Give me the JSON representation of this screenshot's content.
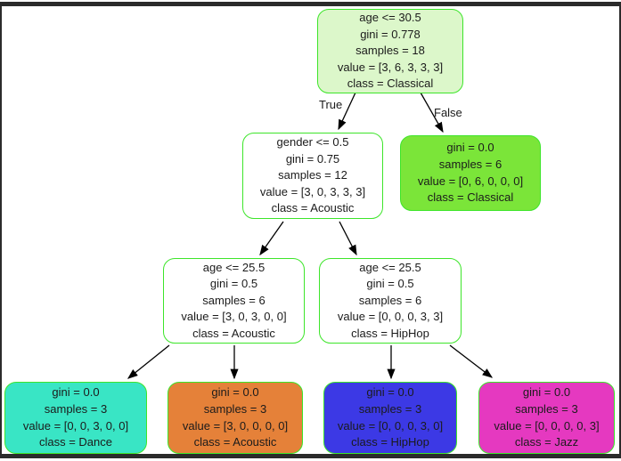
{
  "diagram": {
    "title": "decision-tree",
    "edge_labels": {
      "true_label": "True",
      "false_label": "False"
    },
    "nodes": {
      "root": {
        "text": "age <= 30.5\ngini = 0.778\nsamples = 18\nvalue = [3, 6, 3, 3, 3]\nclass = Classical",
        "fill": "#dcf7ca"
      },
      "gender_split": {
        "text": "gender <= 0.5\ngini = 0.75\nsamples = 12\nvalue = [3, 0, 3, 3, 3]\nclass = Acoustic",
        "fill": "#ffffff"
      },
      "classical_leaf": {
        "text": "gini = 0.0\nsamples = 6\nvalue = [0, 6, 0, 0, 0]\nclass = Classical",
        "fill": "#7be539"
      },
      "acoustic_split": {
        "text": "age <= 25.5\ngini = 0.5\nsamples = 6\nvalue = [3, 0, 3, 0, 0]\nclass = Acoustic",
        "fill": "#ffffff"
      },
      "hiphop_split": {
        "text": "age <= 25.5\ngini = 0.5\nsamples = 6\nvalue = [0, 0, 0, 3, 3]\nclass = HipHop",
        "fill": "#ffffff"
      },
      "dance_leaf": {
        "text": "gini = 0.0\nsamples = 3\nvalue = [0, 0, 3, 0, 0]\nclass = Dance",
        "fill": "#39e5c5"
      },
      "acoustic_leaf": {
        "text": "gini = 0.0\nsamples = 3\nvalue = [3, 0, 0, 0, 0]\nclass = Acoustic",
        "fill": "#e58139"
      },
      "hiphop_leaf": {
        "text": "gini = 0.0\nsamples = 3\nvalue = [0, 0, 0, 3, 0]\nclass = HipHop",
        "fill": "#3c39e5"
      },
      "jazz_leaf": {
        "text": "gini = 0.0\nsamples = 3\nvalue = [0, 0, 0, 0, 3]\nclass = Jazz",
        "fill": "#e539c0"
      }
    },
    "colors": {
      "node_border_green": "#3de52a",
      "arrow_black": "#000000",
      "frame_dark": "#2b2b2b",
      "text": "#1b1b1b",
      "background": "#ffffff"
    }
  }
}
